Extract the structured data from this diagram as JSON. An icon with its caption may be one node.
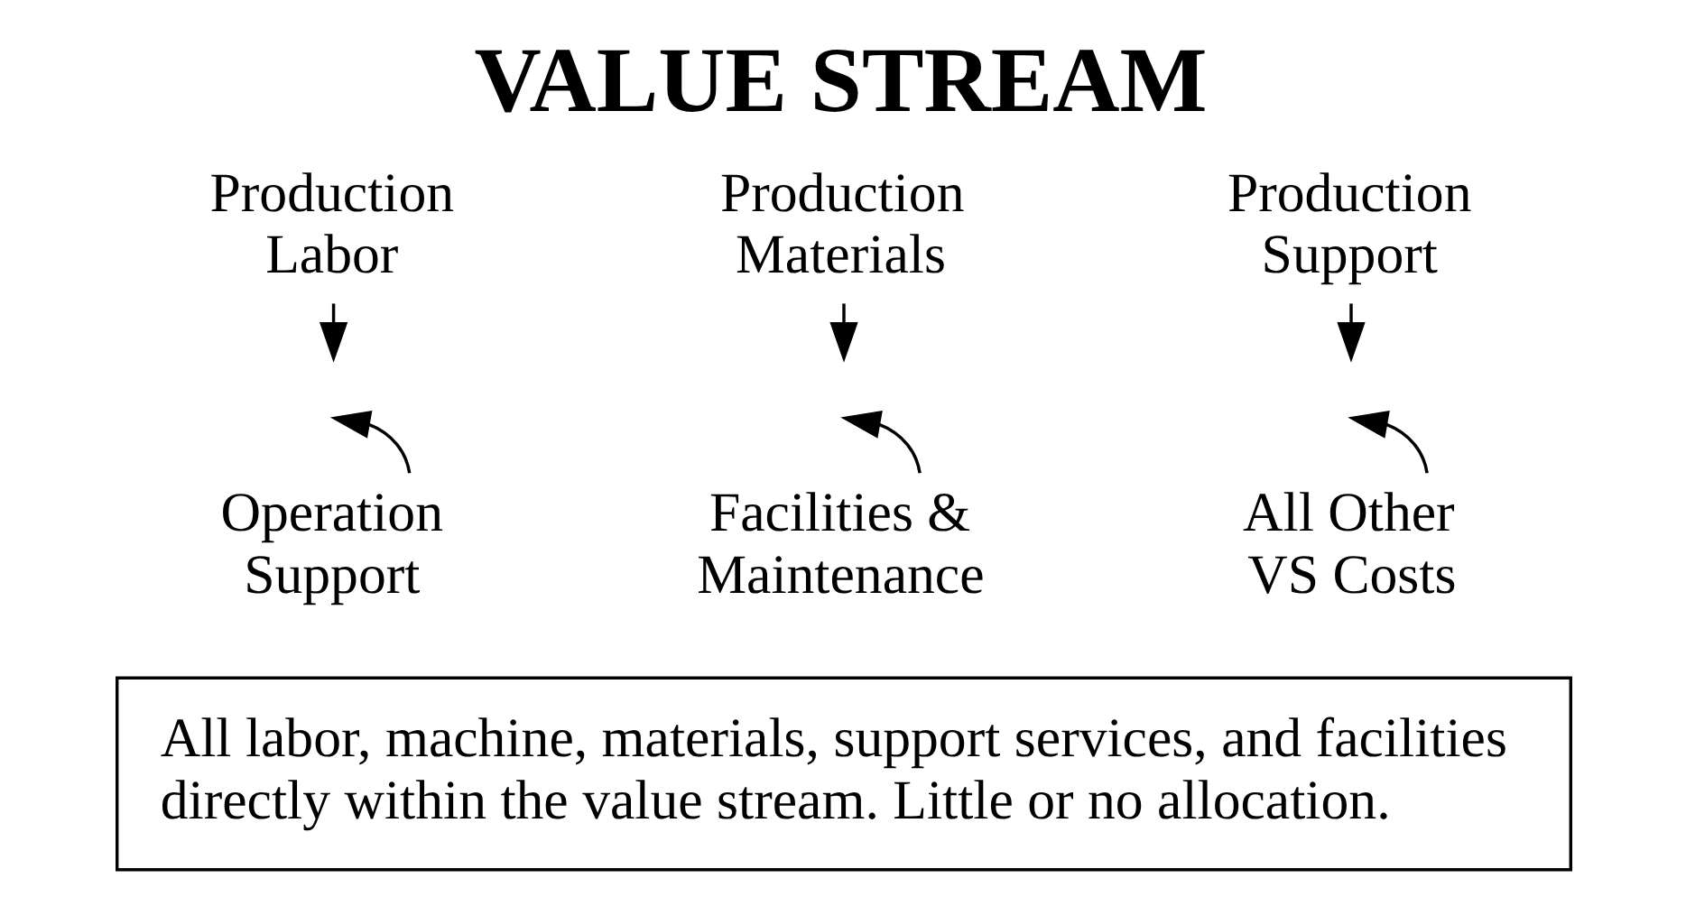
{
  "diagram": {
    "title": "VALUE STREAM",
    "nodes": [
      {
        "text": [
          "Production Labor"
        ]
      },
      {
        "text": [
          "Production Materials"
        ]
      },
      {
        "text": [
          "Production Support"
        ]
      },
      {
        "text": [
          "Operation Support"
        ]
      },
      {
        "text": [
          "Facilities & Maintenance"
        ]
      },
      {
        "text": [
          "All Other VS Costs"
        ]
      },
      {
        "text": [
          "All labor, machine, materials, support services, and facilities directly within the value stream. Little or no allocation."
        ]
      }
    ],
    "edges": [
      {
        "from": 0,
        "to": null,
        "arrow": "to"
      },
      {
        "from": 1,
        "to": null,
        "arrow": "to"
      },
      {
        "from": 2,
        "to": null,
        "arrow": "to"
      },
      {
        "from": 3,
        "to": null,
        "arrow": "to"
      },
      {
        "from": 4,
        "to": null,
        "arrow": "to"
      },
      {
        "from": 5,
        "to": null,
        "arrow": "to"
      }
    ]
  }
}
